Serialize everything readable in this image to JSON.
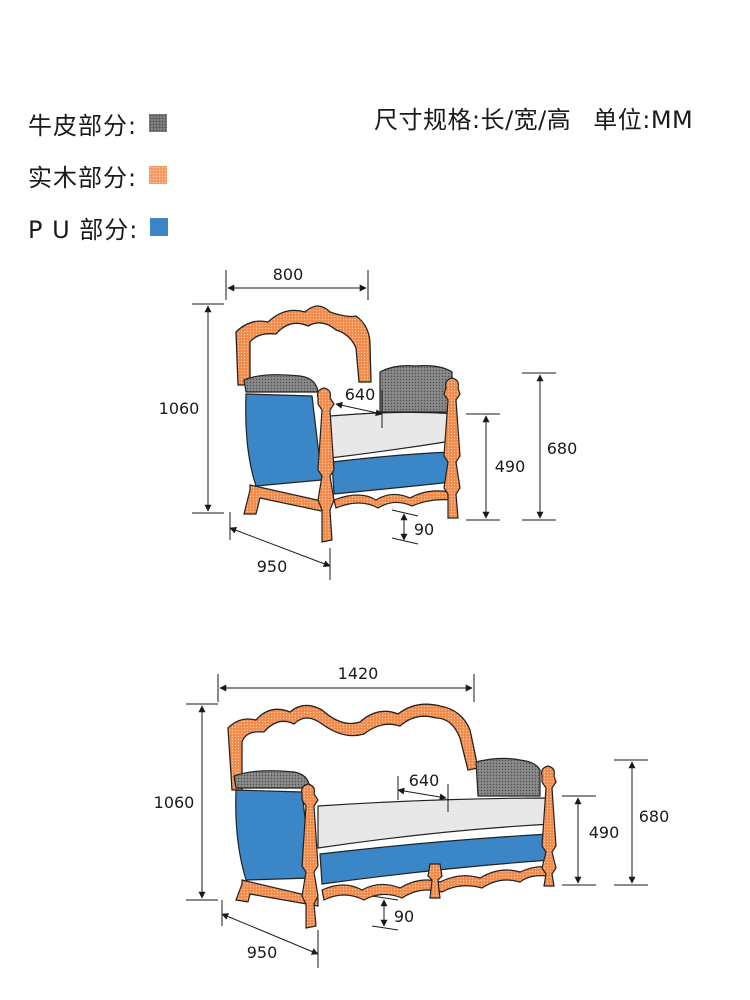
{
  "legend": {
    "leather_label": "牛皮部分:",
    "wood_label": "实木部分:",
    "pu_label": "P U 部分:",
    "colors": {
      "leather": "#8a8a8a",
      "wood": "#f28a4a",
      "pu": "#3a86c6"
    }
  },
  "spec": {
    "label": "尺寸规格:长/宽/高",
    "unit": "单位:MM"
  },
  "chair": {
    "width": "800",
    "height": "1060",
    "depth": "950",
    "seat_depth": "640",
    "seat_height": "490",
    "arm_height": "680",
    "leg_height": "90"
  },
  "sofa": {
    "width": "1420",
    "height": "1060",
    "depth": "950",
    "seat_depth": "640",
    "seat_height": "490",
    "arm_height": "680",
    "leg_height": "90"
  }
}
